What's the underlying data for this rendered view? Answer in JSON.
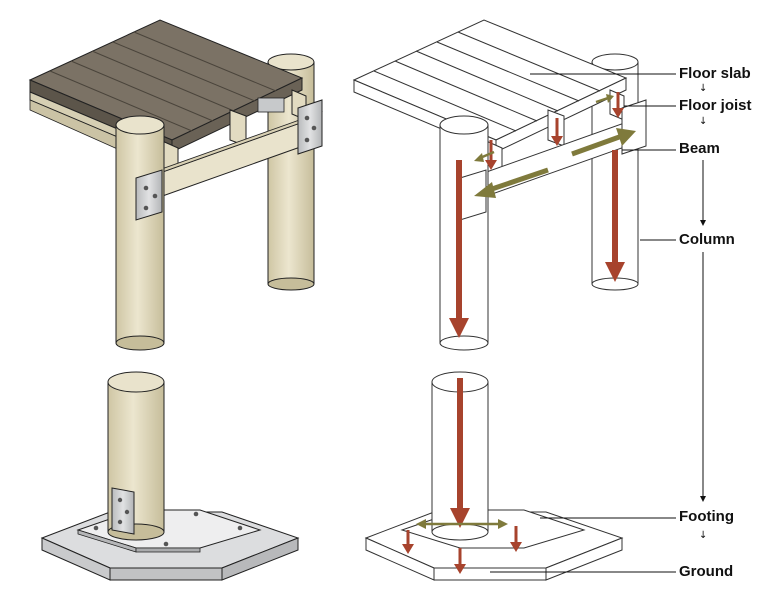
{
  "labels": {
    "floor_slab": "Floor slab",
    "floor_joist": "Floor joist",
    "beam": "Beam",
    "column": "Column",
    "footing": "Footing",
    "ground": "Ground"
  },
  "colors": {
    "wood": "#e7e0c8",
    "wood_shade": "#d2c9a9",
    "deck": "#7b7265",
    "deck_dark": "#5c554a",
    "plate": "#c7c9cb",
    "concrete": "#d9dadb",
    "load_arrow": "#a7432d",
    "lateral_arrow": "#7f7a3c",
    "line": "#111111"
  },
  "arrow_glyph": "↓"
}
